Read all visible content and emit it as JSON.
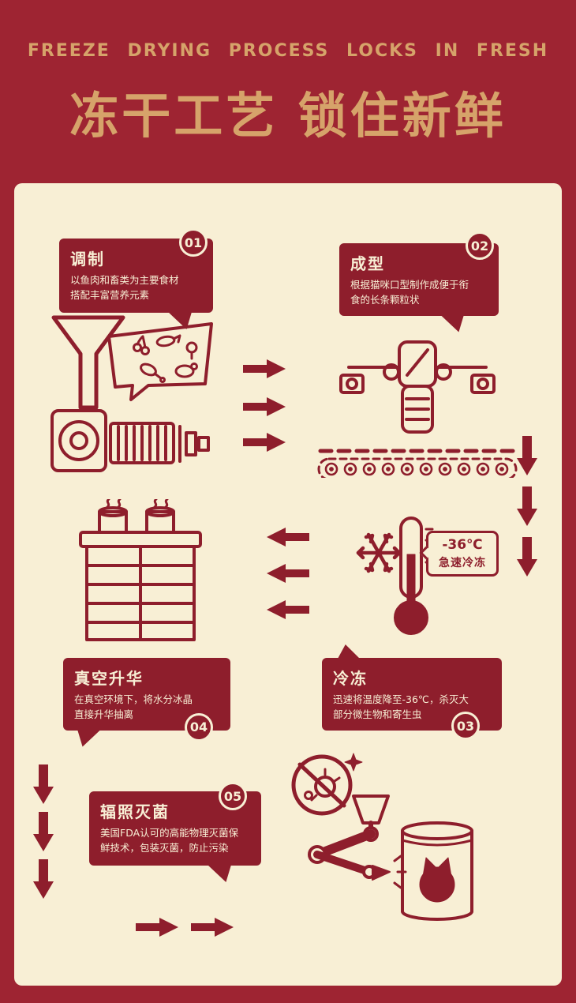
{
  "colors": {
    "background": "#9e2432",
    "panel": "#f8efd5",
    "accent": "#8e1e2c",
    "gold": "#d6a36a"
  },
  "header": {
    "subtitle": "FREEZE DRYING PROCESS LOCKS IN FRESH",
    "title": "冻干工艺 锁住新鲜"
  },
  "steps": {
    "step1": {
      "number": "01",
      "title": "调制",
      "desc": "以鱼肉和畜类为主要食材\n搭配丰富营养元素"
    },
    "step2": {
      "number": "02",
      "title": "成型",
      "desc": "根据猫咪口型制作成便于衔\n食的长条颗粒状"
    },
    "step3": {
      "number": "03",
      "title": "冷冻",
      "desc": "迅速将温度降至-36℃，杀灭大\n部分微生物和寄生虫"
    },
    "step4": {
      "number": "04",
      "title": "真空升华",
      "desc": "在真空环境下，将水分冰晶\n直接升华抽离"
    },
    "step5": {
      "number": "05",
      "title": "辐照灭菌",
      "desc": "美国FDA认可的高能物理灭菌保\n鲜技术，包装灭菌，防止污染"
    }
  },
  "freeze_tag": {
    "temp": "-36℃",
    "label": "急速冷冻"
  },
  "icons": {
    "step1": "grinder-funnel-illustration",
    "step2": "forming-machine-illustration",
    "step3": "thermometer-snowflake-illustration",
    "step4": "freeze-dryer-illustration",
    "step5": "sterilizer-arm-illustration",
    "germ": "no-bacteria-icon",
    "can": "cat-food-can-illustration",
    "arrow": "process-flow-arrow"
  }
}
